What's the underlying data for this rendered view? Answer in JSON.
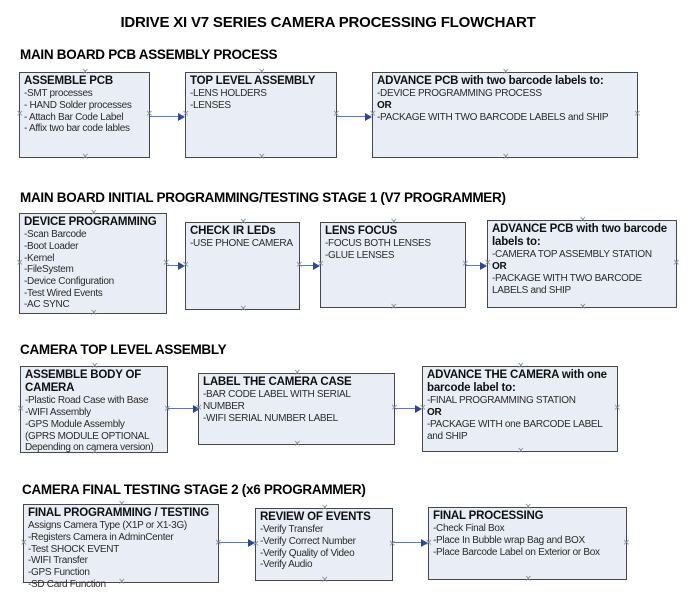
{
  "title": "IDRIVE XI V7 SERIES CAMERA PROCESSING FLOWCHART",
  "glyphs": {
    "connection_point": "×"
  },
  "colors": {
    "box_fill": "#e9edf6",
    "box_border": "#474747",
    "arrow_line": "#5b79bb",
    "arrow_head": "#2a48a0",
    "handle": "#848ba0",
    "text": "#000000"
  },
  "sections": [
    {
      "heading": "MAIN BOARD PCB ASSEMBLY PROCESS",
      "boxes": [
        {
          "title": "ASSEMBLE PCB",
          "lines": [
            {
              "text": "-SMT processes"
            },
            {
              "text": "- HAND Solder processes"
            },
            {
              "text": "- Attach Bar Code Label"
            },
            {
              "text": "- Affix two bar code lables"
            }
          ]
        },
        {
          "title": "TOP LEVEL ASSEMBLY",
          "lines": [
            {
              "text": "-LENS HOLDERS"
            },
            {
              "text": "-LENSES"
            }
          ]
        },
        {
          "title": "ADVANCE PCB with two barcode labels to:",
          "lines": [
            {
              "text": "-DEVICE PROGRAMMING PROCESS"
            },
            {
              "text": "OR",
              "bold": true
            },
            {
              "text": "-PACKAGE WITH TWO BARCODE LABELS and SHIP"
            }
          ]
        }
      ]
    },
    {
      "heading": "MAIN BOARD INITIAL PROGRAMMING/TESTING STAGE 1 (V7 PROGRAMMER)",
      "boxes": [
        {
          "title": "DEVICE PROGRAMMING",
          "lines": [
            {
              "text": "-Scan Barcode"
            },
            {
              "text": "-Boot Loader"
            },
            {
              "text": "-Kernel"
            },
            {
              "text": "-FileSystem"
            },
            {
              "text": "-Device Configuration"
            },
            {
              "text": "-Test Wired Events"
            },
            {
              "text": "-AC SYNC"
            }
          ]
        },
        {
          "title": "CHECK IR LEDs",
          "lines": [
            {
              "text": "-USE PHONE CAMERA"
            }
          ]
        },
        {
          "title": "LENS FOCUS",
          "lines": [
            {
              "text": "-FOCUS BOTH LENSES"
            },
            {
              "text": "-GLUE LENSES"
            }
          ]
        },
        {
          "title": "ADVANCE PCB with two barcode labels to:",
          "lines": [
            {
              "text": "-CAMERA TOP ASSEMBLY STATION"
            },
            {
              "text": "OR",
              "bold": true
            },
            {
              "text": "-PACKAGE WITH TWO BARCODE LABELS and SHIP"
            }
          ]
        }
      ]
    },
    {
      "heading": "CAMERA TOP LEVEL ASSEMBLY",
      "boxes": [
        {
          "title": "ASSEMBLE BODY OF CAMERA",
          "lines": [
            {
              "text": "-Plastic Road Case with Base"
            },
            {
              "text": "-WIFI Assembly"
            },
            {
              "text": "-GPS Module Assembly"
            },
            {
              "text": "(GPRS MODULE OPTIONAL"
            },
            {
              "text": "Depending on camera version)"
            }
          ]
        },
        {
          "title": "LABEL THE CAMERA CASE",
          "lines": [
            {
              "text": "-BAR CODE LABEL WITH SERIAL NUMBER"
            },
            {
              "text": "-WIFI SERIAL NUMBER LABEL"
            }
          ]
        },
        {
          "title": "ADVANCE THE CAMERA with one barcode label to:",
          "lines": [
            {
              "text": "-FINAL PROGRAMMING STATION"
            },
            {
              "text": "OR",
              "bold": true
            },
            {
              "text": "-PACKAGE WITH one BARCODE LABEL and SHIP"
            }
          ]
        }
      ]
    },
    {
      "heading": "CAMERA FINAL TESTING STAGE 2 (x6 PROGRAMMER)",
      "boxes": [
        {
          "title": "FINAL PROGRAMMING / TESTING",
          "lines": [
            {
              "text": "Assigns Camera Type (X1P or X1-3G)"
            },
            {
              "text": "-Registers Camera in AdminCenter"
            },
            {
              "text": "-Test SHOCK EVENT"
            },
            {
              "text": "-WIFI Transfer"
            },
            {
              "text": "-GPS Function"
            },
            {
              "text": "-SD Card Function"
            }
          ]
        },
        {
          "title": "REVIEW OF EVENTS",
          "lines": [
            {
              "text": "-Verify Transfer"
            },
            {
              "text": "-Verify Correct Number"
            },
            {
              "text": "-Verify Quality of Video"
            },
            {
              "text": "-Verify Audio"
            }
          ]
        },
        {
          "title": "FINAL PROCESSING",
          "lines": [
            {
              "text": " -Check Final Box"
            },
            {
              "text": "-Place In Bubble wrap Bag and BOX"
            },
            {
              "text": "-Place Barcode Label on Exterior or Box"
            }
          ]
        }
      ]
    }
  ]
}
